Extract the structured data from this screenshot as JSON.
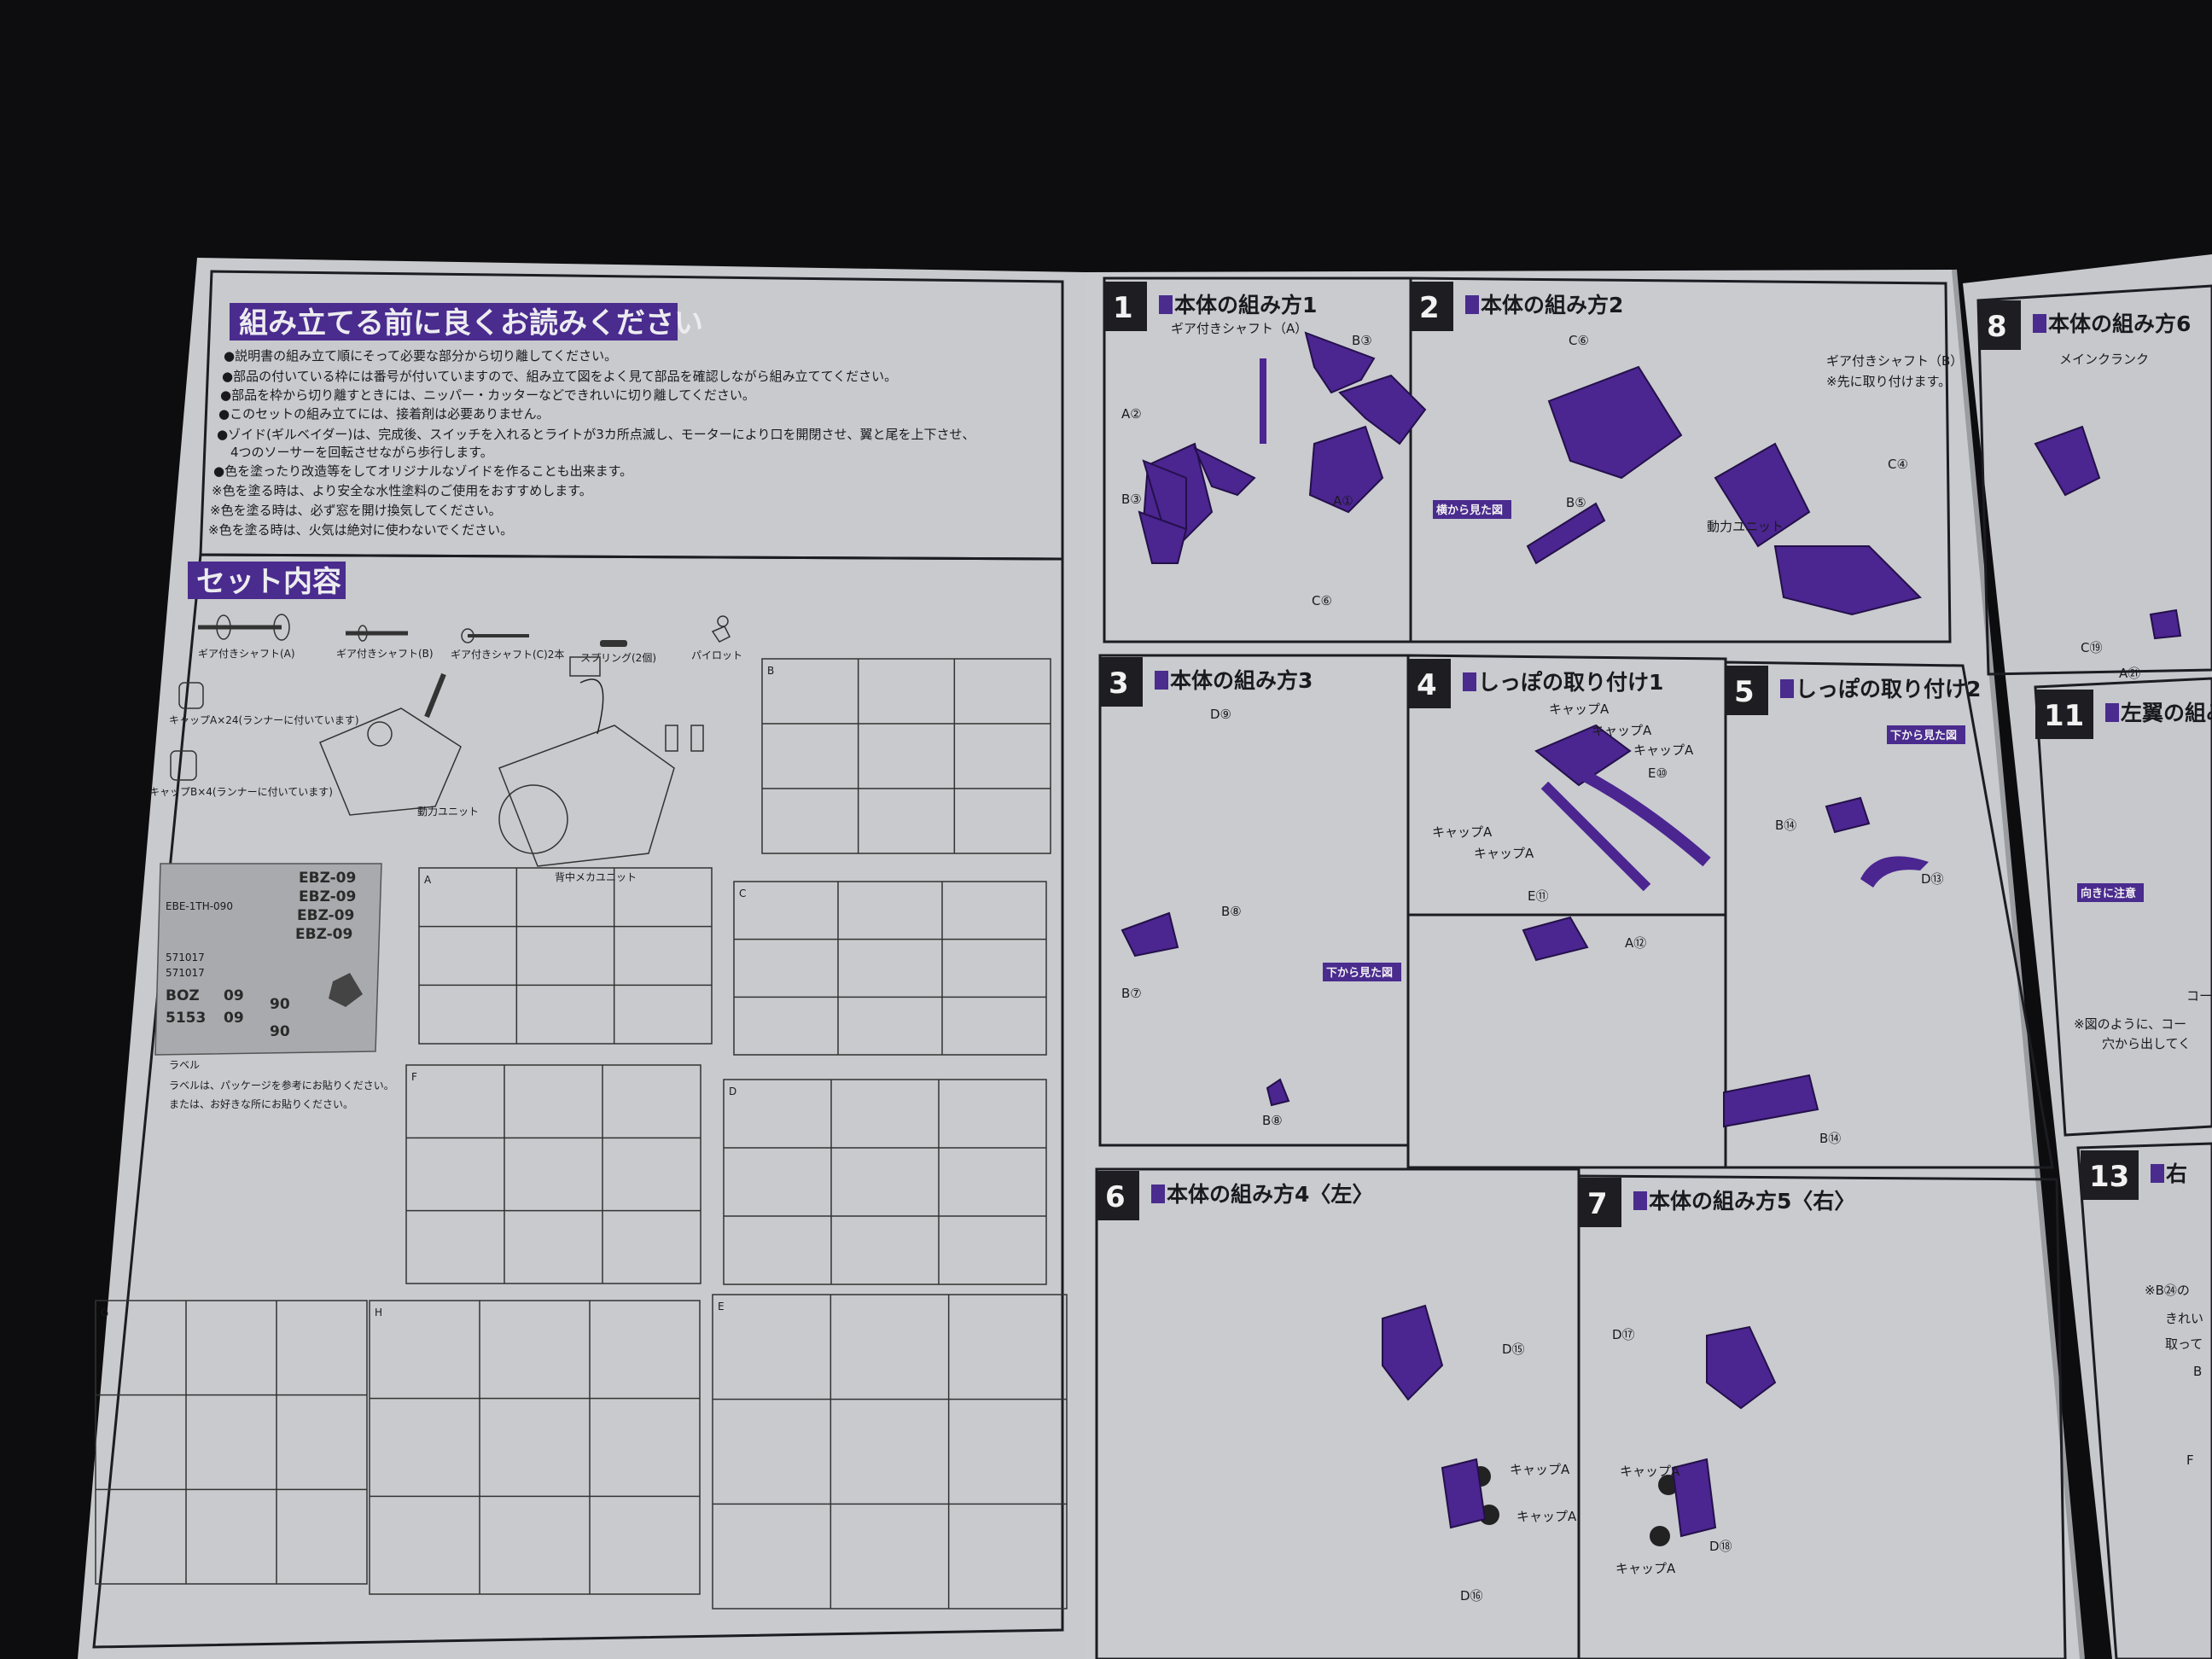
{
  "colors": {
    "paper": "#c9cbce",
    "background": "#0d0d0f",
    "accent_purple": "#4a2b8e",
    "part_purple": "#4b2590",
    "step_box": "#1e1e22"
  },
  "left_page": {
    "notice": {
      "title": "組み立てる前に良くお読みください",
      "lines": [
        "●説明書の組み立て順にそって必要な部分から切り離してください。",
        "●部品の付いている枠には番号が付いていますので、組み立て図をよく見て部品を確認しながら組み立ててください。",
        "●部品を枠から切り離すときには、ニッパー・カッターなどできれいに切り離してください。",
        "●このセットの組み立てには、接着剤は必要ありません。",
        "●ゾイド(ギルベイダー)は、完成後、スイッチを入れるとライトが3カ所点滅し、モーターにより口を開閉させ、翼と尾を上下させ、",
        "4つのソーサーを回転させながら歩行します。",
        "●色を塗ったり改造等をしてオリジナルなゾイドを作ることも出来ます。",
        "※色を塗る時は、より安全な水性塗料のご使用をおすすめします。",
        "※色を塗る時は、必ず窓を開け換気してください。",
        "※色を塗る時は、火気は絶対に使わないでください。"
      ]
    },
    "contents": {
      "title": "セット内容",
      "parts": [
        "ギア付きシャフト(A)",
        "ギア付きシャフト(B)",
        "ギア付きシャフト(C)2本",
        "スプリング(2個)",
        "パイロット"
      ],
      "caps": [
        "キャップA×24(ランナーに付いています)",
        "キャップB×4(ランナーに付いています)"
      ],
      "units": [
        "動力ユニット",
        "背中メカユニット"
      ],
      "runners": [
        "B",
        "A",
        "C",
        "F",
        "D",
        "G",
        "H",
        "E"
      ],
      "decal_codes": [
        "EBZ-09",
        "EBZ-09",
        "EBZ-09",
        "EBZ-09",
        "BOZ",
        "09",
        "5153",
        "09",
        "90",
        "90",
        "571017",
        "571017",
        "EBE-1TH-090"
      ],
      "label_heading": "ラベル",
      "label_notes": [
        "ラベルは、パッケージを参考にお貼りください。",
        "または、お好きな所にお貼りください。"
      ]
    }
  },
  "steps": [
    {
      "number": "1",
      "title": "本体の組み方1",
      "callouts": [
        "ギア付きシャフト（A）",
        "B③",
        "A②",
        "B③",
        "A①",
        "横から見た図",
        "C⑥"
      ]
    },
    {
      "number": "2",
      "title": "本体の組み方2",
      "callouts": [
        "C⑥",
        "ギア付きシャフト（B）",
        "※先に取り付けます。",
        "B⑤",
        "動力ユニット",
        "C④"
      ]
    },
    {
      "number": "3",
      "title": "本体の組み方3",
      "callouts": [
        "D⑨",
        "B⑧",
        "B⑦",
        "下から見た図",
        "B⑧"
      ]
    },
    {
      "number": "4",
      "title": "しっぽの取り付け1",
      "callouts": [
        "キャップA",
        "キャップA",
        "キャップA",
        "E⑩",
        "キャップA",
        "キャップA",
        "E⑪"
      ]
    },
    {
      "number": "5",
      "title": "しっぽの取り付け2",
      "callouts": [
        "下から見た図",
        "B⑭",
        "D⑬",
        "A⑫",
        "B⑭"
      ]
    },
    {
      "number": "6",
      "title": "本体の組み方4〈左〉",
      "callouts": [
        "D⑮",
        "キャップA",
        "キャップA",
        "D⑯"
      ]
    },
    {
      "number": "7",
      "title": "本体の組み方5〈右〉",
      "callouts": [
        "D⑰",
        "キャップA",
        "キャップA",
        "D⑱"
      ]
    },
    {
      "number": "8",
      "title": "本体の組み方6",
      "callouts": [
        "メインクランク",
        "C⑲",
        "A㉑"
      ]
    },
    {
      "number": "11",
      "title": "左翼の組み",
      "callouts": [
        "向きに注意",
        "コー",
        "※図のように、コー",
        "穴から出してく"
      ]
    },
    {
      "number": "13",
      "title": "右",
      "callouts": [
        "※B㉔の",
        "きれい",
        "取って",
        "B",
        "F"
      ]
    }
  ]
}
